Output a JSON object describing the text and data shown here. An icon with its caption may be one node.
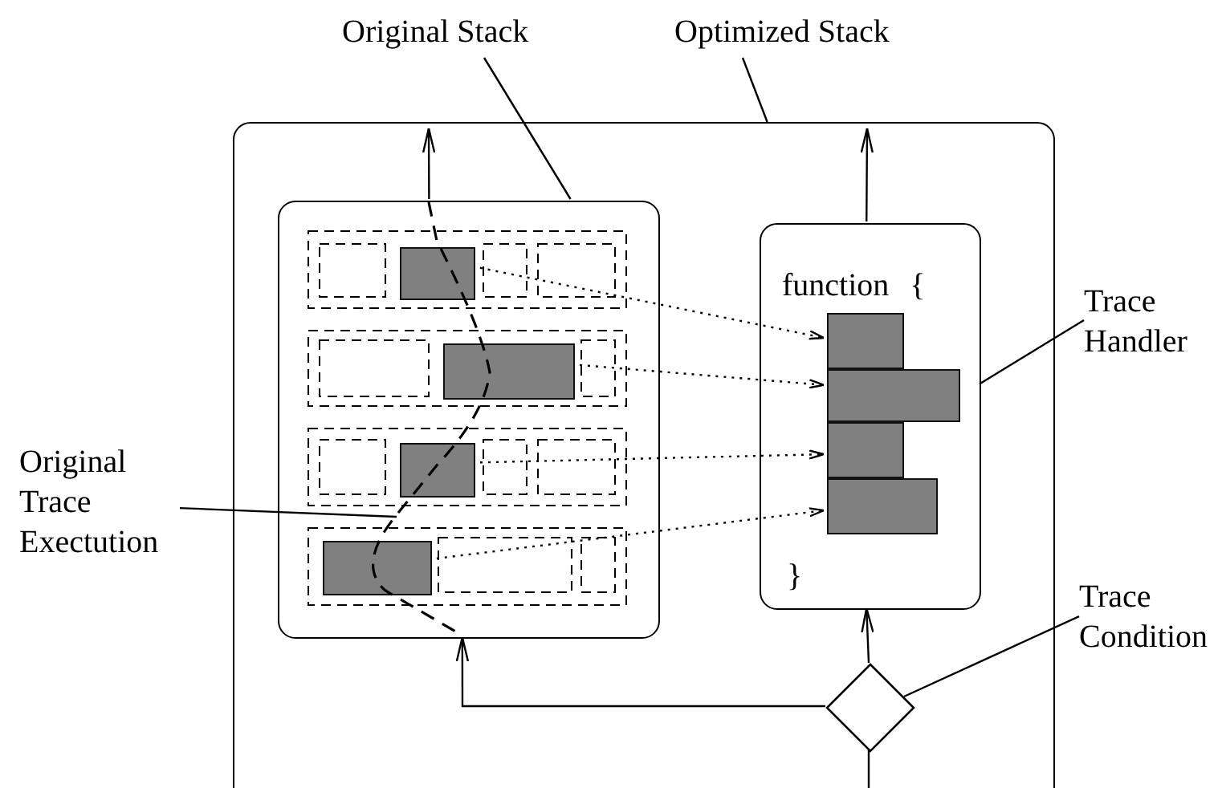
{
  "diagram": {
    "nodes": [
      {
        "text": [
          "Original Stack"
        ]
      },
      {
        "text": [
          "Optimized Stack"
        ]
      },
      {
        "text": [],
        "shape": "box"
      },
      {
        "text": [],
        "shape": "box",
        "in": 2
      },
      {
        "text": [],
        "shape": "bar",
        "in": 3
      },
      {
        "text": [],
        "shape": "bar",
        "in": 3
      },
      {
        "text": [],
        "shape": "bar",
        "in": 3
      },
      {
        "text": [],
        "shape": "bar",
        "in": 3
      },
      {
        "text": [
          "function {",
          "}"
        ],
        "in": 2
      },
      {
        "text": [],
        "shape": "bar",
        "in": 8
      },
      {
        "text": [],
        "shape": "bar",
        "in": 8
      },
      {
        "text": [],
        "shape": "bar",
        "in": 8
      },
      {
        "text": [],
        "shape": "bar",
        "in": 8
      },
      {
        "text": [],
        "shape": "diamond",
        "in": 2
      },
      {
        "text": [
          "Trace Handler"
        ]
      },
      {
        "text": [
          "Trace Condition"
        ]
      },
      {
        "text": [
          "Original Trace Exectution"
        ]
      }
    ],
    "edges": [
      {
        "from": 4,
        "to": 9,
        "arrow": "to",
        "style": "dashed"
      },
      {
        "from": 5,
        "to": 10,
        "arrow": "to",
        "style": "dashed"
      },
      {
        "from": 6,
        "to": 11,
        "arrow": "to",
        "style": "dashed"
      },
      {
        "from": 7,
        "to": 12,
        "arrow": "to",
        "style": "dashed"
      },
      {
        "from": 0,
        "to": 3,
        "arrow": "none"
      },
      {
        "from": 1,
        "to": 2,
        "arrow": "none"
      },
      {
        "from": 14,
        "to": 8,
        "arrow": "none"
      },
      {
        "from": 15,
        "to": 13,
        "arrow": "none"
      },
      {
        "from": 16,
        "to": null,
        "arrow": "none"
      },
      {
        "from": 13,
        "to": 3,
        "arrow": "to"
      },
      {
        "from": 13,
        "to": 8,
        "arrow": "to"
      },
      {
        "from": null,
        "to": 13,
        "arrow": "none"
      },
      {
        "from": 3,
        "to": null,
        "arrow": "to"
      },
      {
        "from": 8,
        "to": null,
        "arrow": "to"
      }
    ]
  }
}
